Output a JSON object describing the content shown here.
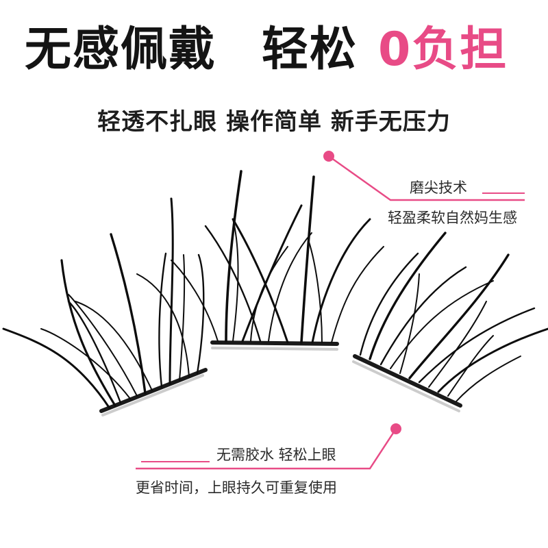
{
  "headline": {
    "part1": "无感佩戴",
    "part2": "轻松",
    "part3": "0负担",
    "accent_color": "#e84b86"
  },
  "subline": "轻透不扎眼 操作简单 新手无压力",
  "callouts": [
    {
      "title": "磨尖技术",
      "detail": "轻盈柔软自然妈生感"
    },
    {
      "title": "无需胶水  轻松上眼",
      "detail": "更省时间，上眼持久可重复使用"
    }
  ],
  "colors": {
    "accent": "#e84b86",
    "text": "#141414",
    "lash": "#0d0d0d"
  }
}
